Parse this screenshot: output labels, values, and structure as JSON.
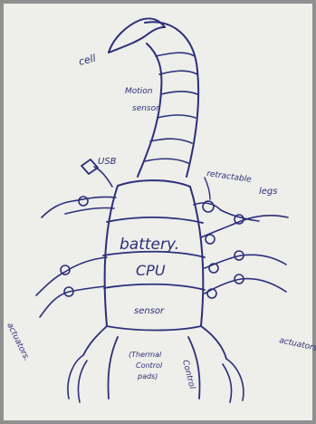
{
  "diagram": {
    "labels": {
      "cell": "cell",
      "motion_sensor_line1": "Motion",
      "motion_sensor_line2": "sensor",
      "usb": "USB",
      "retractable_legs_line1": "retractable",
      "retractable_legs_line2": "legs",
      "battery": "battery.",
      "cpu": "CPU",
      "sensor": "sensor",
      "actuators_left": "actuators.",
      "actuators_right": "actuators",
      "thermal_line1": "(Thermal",
      "thermal_line2": "Control",
      "thermal_line3": "pads)",
      "control": "Control"
    },
    "colors": {
      "paper": "#eeeeea",
      "ink": "#2d2f7a",
      "background": "#8f8f8f"
    }
  }
}
